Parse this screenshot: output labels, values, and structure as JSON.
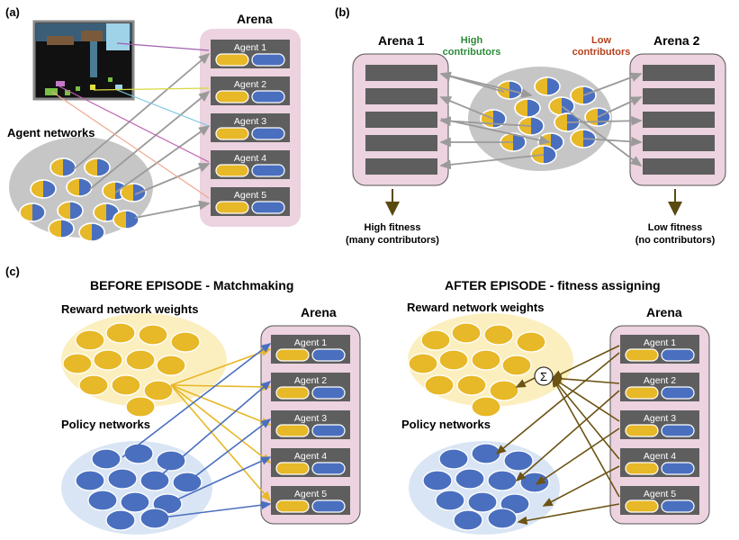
{
  "panel_a": {
    "letter": "(a)",
    "arena_title": "Arena",
    "agents": [
      "Agent 1",
      "Agent 2",
      "Agent 3",
      "Agent 4",
      "Agent 5"
    ],
    "agent_networks_label": "Agent networks"
  },
  "panel_b": {
    "letter": "(b)",
    "arena1_title": "Arena 1",
    "arena2_title": "Arena 2",
    "high_contributors": [
      "High",
      "contributors"
    ],
    "low_contributors": [
      "Low",
      "contributors"
    ],
    "high_fitness": [
      "High fitness",
      "(many contributors)"
    ],
    "low_fitness": [
      "Low fitness",
      "(no contributors)"
    ]
  },
  "panel_c": {
    "letter": "(c)",
    "before_title": "BEFORE EPISODE - Matchmaking",
    "after_title": "AFTER EPISODE - fitness assigning",
    "reward_label": "Reward network weights",
    "policy_label": "Policy networks",
    "arena_title": "Arena",
    "agents": [
      "Agent 1",
      "Agent 2",
      "Agent 3",
      "Agent 4",
      "Agent 5"
    ],
    "sum_symbol": "Σ"
  },
  "colors": {
    "arena_fill": "#ecd3df",
    "agent_box": "#5e5e5e",
    "yellow": "#e7b827",
    "blue": "#4a6fbf",
    "gray_blob": "#c6c6c6",
    "arrow_gray": "#9a9a9a",
    "high_green": "#2e8b3a",
    "low_red": "#b5411c",
    "arrow_yellow": "#e7b827",
    "arrow_blue": "#4a6fbf",
    "arrow_brown": "#6b5313",
    "reward_bg": "#fcefbf",
    "policy_bg": "#d9e5f4"
  }
}
